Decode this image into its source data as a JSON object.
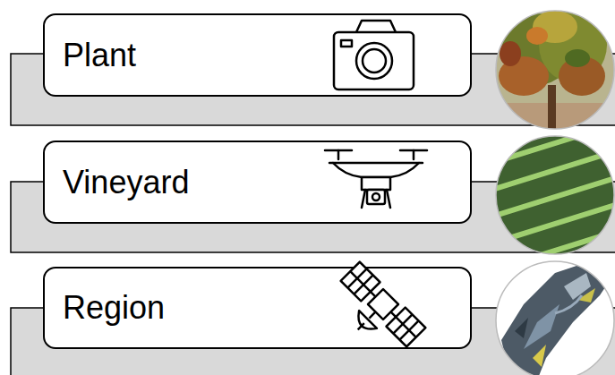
{
  "diagram": {
    "nodes": [
      {
        "text": [
          "Plant"
        ]
      },
      {
        "text": [
          "Vineyard"
        ]
      },
      {
        "text": [
          "Region"
        ]
      }
    ]
  }
}
